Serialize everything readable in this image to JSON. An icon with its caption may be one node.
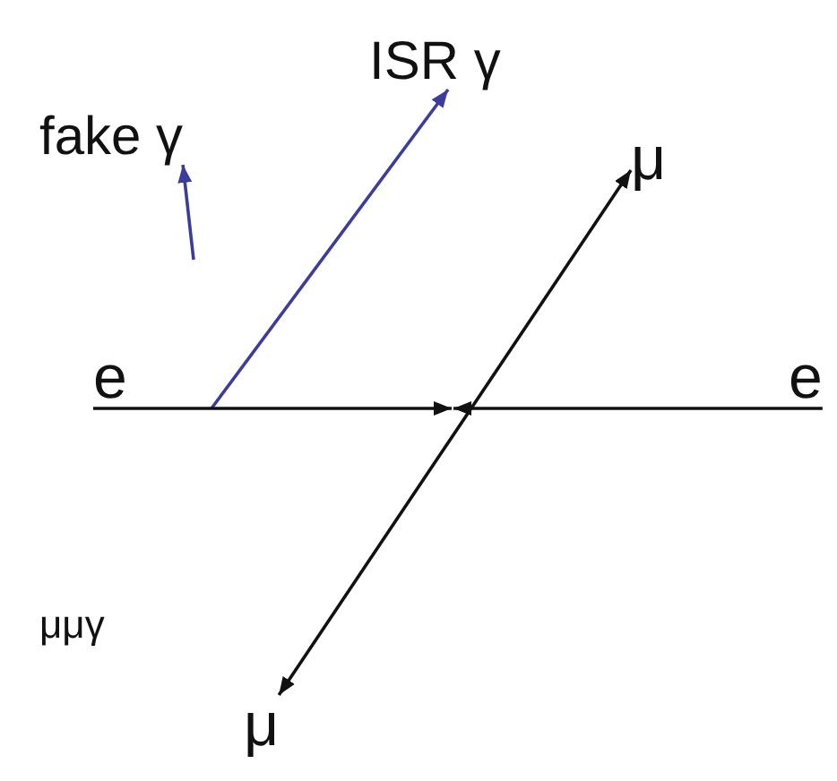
{
  "diagram": {
    "nodes": [
      {
        "text": [
          "fake γ"
        ]
      },
      {
        "text": [
          "ISR γ"
        ]
      },
      {
        "text": [
          "μ"
        ]
      },
      {
        "text": [
          "e"
        ]
      },
      {
        "text": [
          "e"
        ]
      },
      {
        "text": [
          "μ"
        ]
      }
    ],
    "edges": [
      {
        "from": null,
        "to": 0,
        "arrow": "to",
        "color": "#3c3c9c"
      },
      {
        "from": null,
        "to": 1,
        "arrow": "to",
        "color": "#3c3c9c"
      },
      {
        "from": 5,
        "to": 2,
        "arrow": "both"
      },
      {
        "from": 3,
        "to": null,
        "arrow": "to"
      },
      {
        "from": 4,
        "to": null,
        "arrow": "to"
      }
    ],
    "labels": [
      "μμγ"
    ]
  }
}
